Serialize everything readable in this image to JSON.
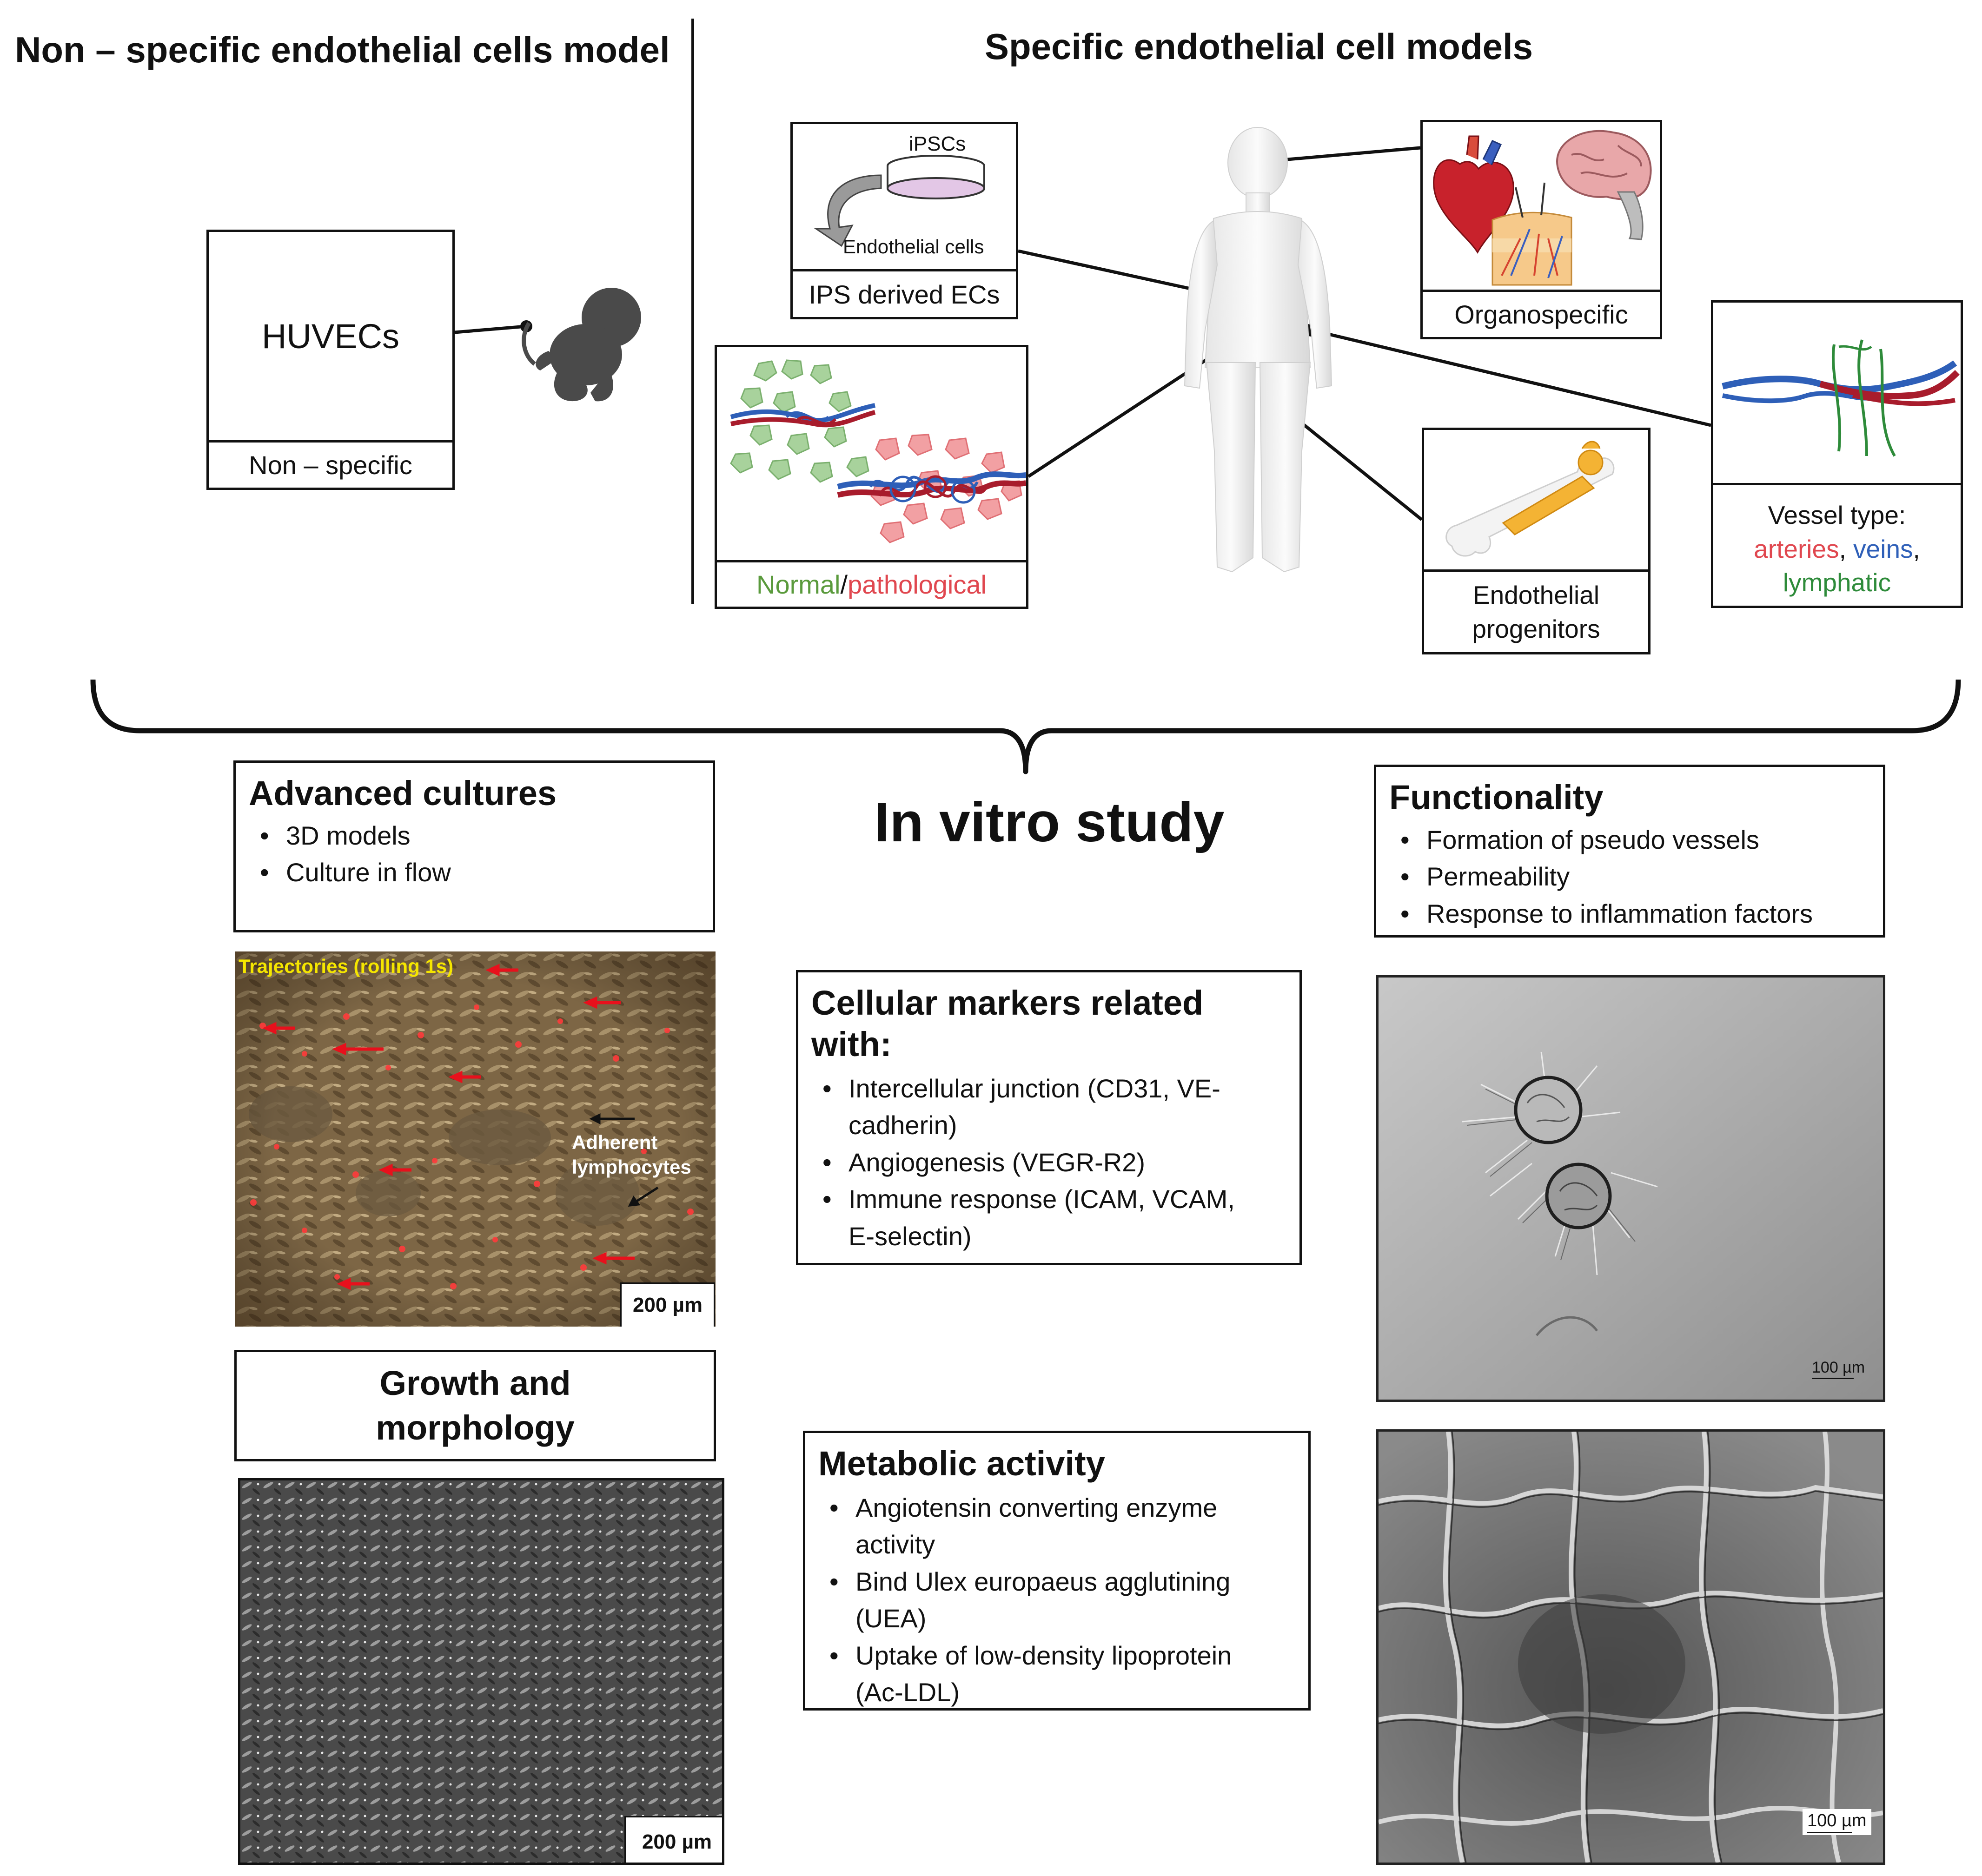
{
  "left_title": "Non – specific endothelial cells model",
  "right_title": "Specific endothelial cell models",
  "huvec": {
    "label": "HUVECs",
    "caption": "Non – specific"
  },
  "ips": {
    "top_label": "iPSCs",
    "bottom_label": "Endothelial cells",
    "caption": "IPS derived ECs"
  },
  "organo": {
    "caption": "Organospecific"
  },
  "normal_path": {
    "normal": "Normal",
    "slash": "/",
    "pathological": "pathological"
  },
  "progenitors": {
    "caption": "Endothelial progenitors"
  },
  "vessel": {
    "caption_prefix": "Vessel type:",
    "arteries": "arteries",
    "comma1": ",",
    "veins": "veins",
    "comma2": ",",
    "lymphatic": "lymphatic"
  },
  "center_title": "In vitro study",
  "advanced": {
    "title": "Advanced cultures",
    "items": [
      "3D models",
      "Culture in flow"
    ]
  },
  "functionality": {
    "title": "Functionality",
    "items": [
      "Formation of pseudo vessels",
      "Permeability",
      "Response to inflammation factors"
    ]
  },
  "markers": {
    "title": "Cellular markers related with:",
    "items": [
      "Intercellular junction (CD31, VE-cadherin)",
      "Angiogenesis (VEGR-R2)",
      "Immune response (ICAM, VCAM, E-selectin)"
    ]
  },
  "growth": {
    "title": "Growth and morphology"
  },
  "metabolic": {
    "title": "Metabolic activity",
    "items": [
      "Angiotensin converting enzyme activity",
      "Bind Ulex europaeus agglutining (UEA)",
      "Uptake of low-density lipoprotein (Ac-LDL)"
    ]
  },
  "photo_flow": {
    "overlay_title": "Trajectories (rolling 1s)",
    "annotation": "Adherent lymphocytes",
    "scale": "200 µm"
  },
  "photo_growth": {
    "scale": "200 µm"
  },
  "photo_spheroid": {
    "scale": "100 µm"
  },
  "photo_network": {
    "scale": "100 µm"
  },
  "colors": {
    "normal": "#5a9a3c",
    "pathological": "#e0474f",
    "arteries": "#e0474f",
    "veins": "#2e5fb8",
    "lymphatic": "#2e8b3a"
  }
}
